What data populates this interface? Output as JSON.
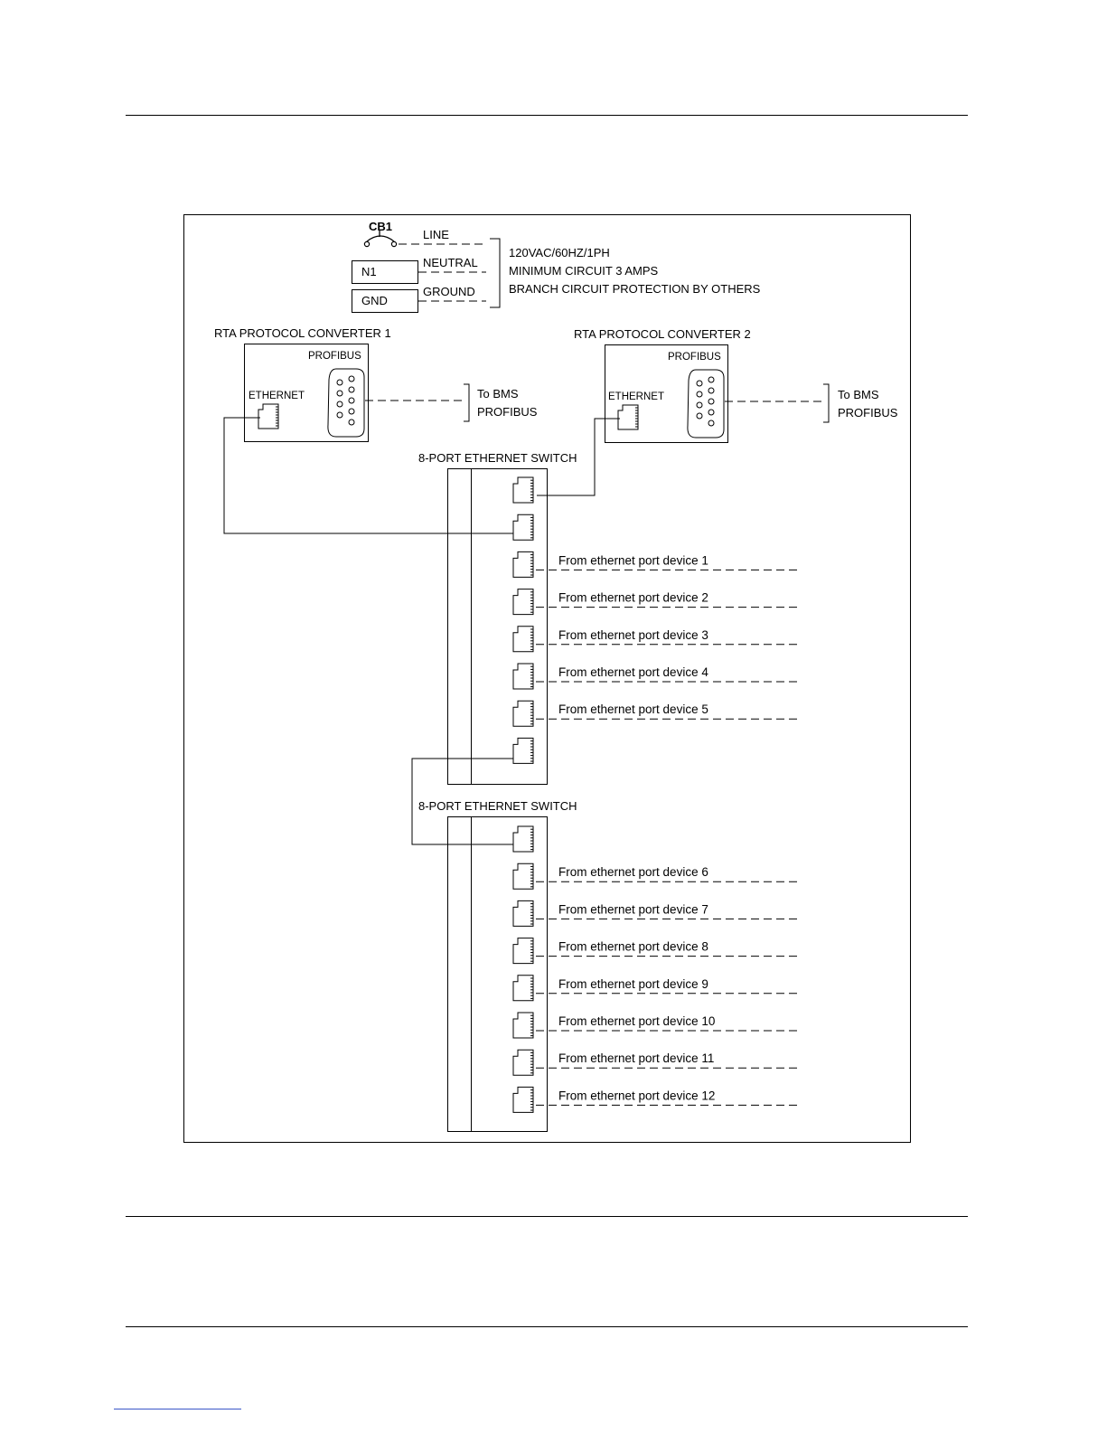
{
  "power": {
    "breaker_label": "CB1",
    "line_label": "LINE",
    "neutral_label": "NEUTRAL",
    "ground_label": "GROUND",
    "n1_terminal": "N1",
    "gnd_terminal": "GND",
    "supply_notes": [
      "120VAC/60HZ/1PH",
      "MINIMUM CIRCUIT 3 AMPS",
      "BRANCH CIRCUIT PROTECTION BY OTHERS"
    ]
  },
  "converters": [
    {
      "title": "RTA  PROTOCOL CONVERTER 1",
      "profibus_label": "PROFIBUS",
      "ethernet_label": "ETHERNET",
      "bms_line1": "To BMS",
      "bms_line2": "PROFIBUS"
    },
    {
      "title": "RTA  PROTOCOL CONVERTER 2",
      "profibus_label": "PROFIBUS",
      "ethernet_label": "ETHERNET",
      "bms_line1": "To BMS",
      "bms_line2": "PROFIBUS"
    }
  ],
  "switches": [
    {
      "title": "8-PORT ETHERNET SWITCH",
      "devices": [
        "From ethernet port device 1",
        "From ethernet port device 2",
        "From ethernet port device 3",
        "From ethernet port device 4",
        "From ethernet port device 5"
      ]
    },
    {
      "title": "8-PORT ETHERNET SWITCH",
      "devices": [
        "From ethernet port device 6",
        "From ethernet port device 7",
        "From ethernet port device 8",
        "From ethernet port device 9",
        "From ethernet port device 10",
        "From ethernet port device 11",
        "From ethernet port device 12"
      ]
    }
  ]
}
